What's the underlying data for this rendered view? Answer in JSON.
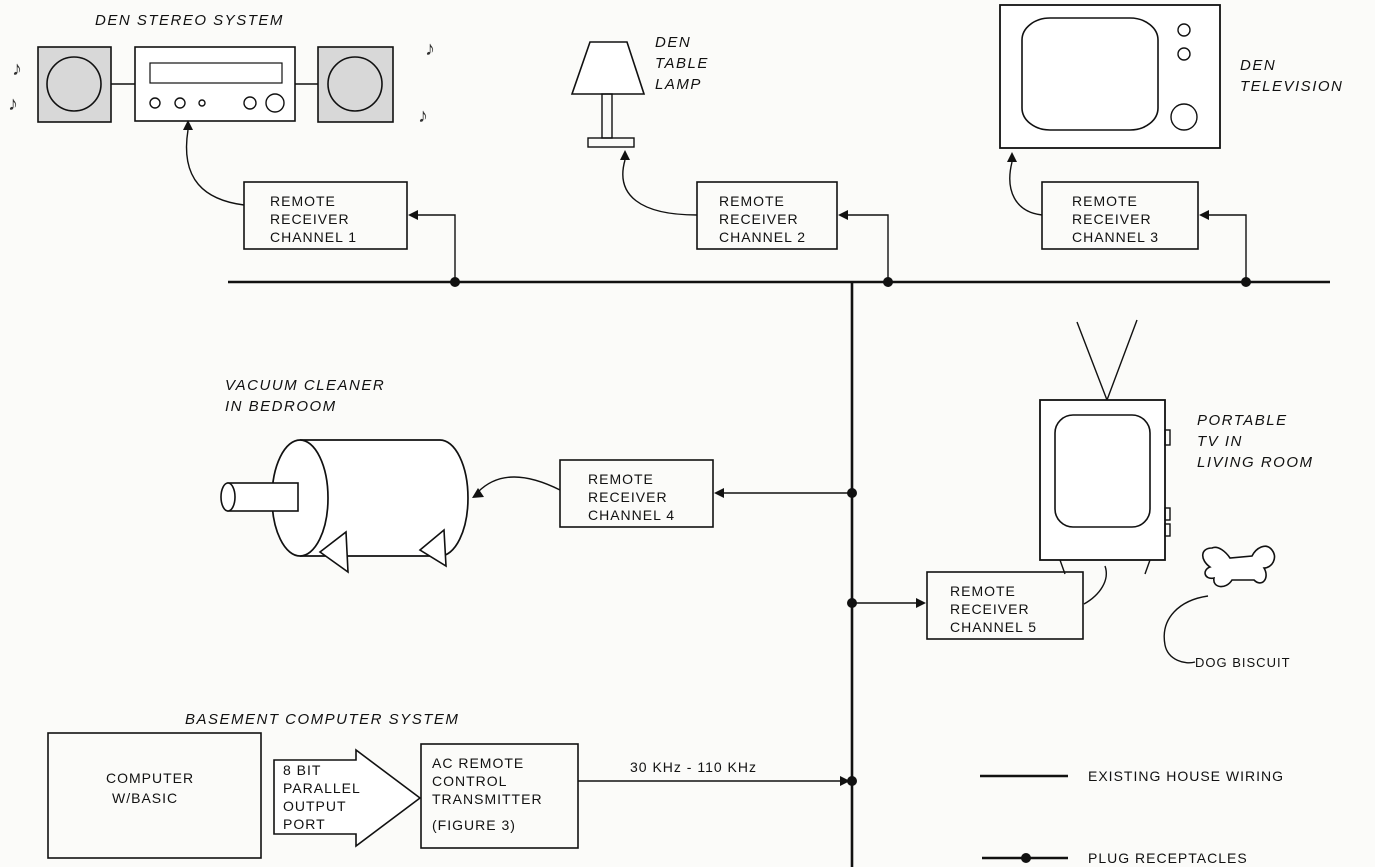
{
  "labels": {
    "den_stereo": "DEN STEREO SYSTEM",
    "den_table_lamp_1": "DEN",
    "den_table_lamp_2": "TABLE",
    "den_table_lamp_3": "LAMP",
    "den_tv_1": "DEN",
    "den_tv_2": "TELEVISION",
    "vacuum_1": "VACUUM CLEANER",
    "vacuum_2": "IN BEDROOM",
    "portable_tv_1": "PORTABLE",
    "portable_tv_2": "TV IN",
    "portable_tv_3": "LIVING ROOM",
    "dog_biscuit": "DOG BISCUIT",
    "basement": "BASEMENT COMPUTER SYSTEM",
    "frequency": "30 KHz - 110 KHz"
  },
  "receivers": [
    {
      "line1": "REMOTE",
      "line2": "RECEIVER",
      "line3": "CHANNEL 1"
    },
    {
      "line1": "REMOTE",
      "line2": "RECEIVER",
      "line3": "CHANNEL 2"
    },
    {
      "line1": "REMOTE",
      "line2": "RECEIVER",
      "line3": "CHANNEL 3"
    },
    {
      "line1": "REMOTE",
      "line2": "RECEIVER",
      "line3": "CHANNEL 4"
    },
    {
      "line1": "REMOTE",
      "line2": "RECEIVER",
      "line3": "CHANNEL 5"
    }
  ],
  "computer": {
    "line1": "COMPUTER",
    "line2": "W/BASIC"
  },
  "port": {
    "line1": "8 BIT",
    "line2": "PARALLEL",
    "line3": "OUTPUT",
    "line4": "PORT"
  },
  "transmitter": {
    "line1": "AC REMOTE",
    "line2": "CONTROL",
    "line3": "TRANSMITTER",
    "line4": "(FIGURE 3)"
  },
  "legend": {
    "wiring": "EXISTING HOUSE WIRING",
    "plugs": "PLUG RECEPTACLES"
  }
}
